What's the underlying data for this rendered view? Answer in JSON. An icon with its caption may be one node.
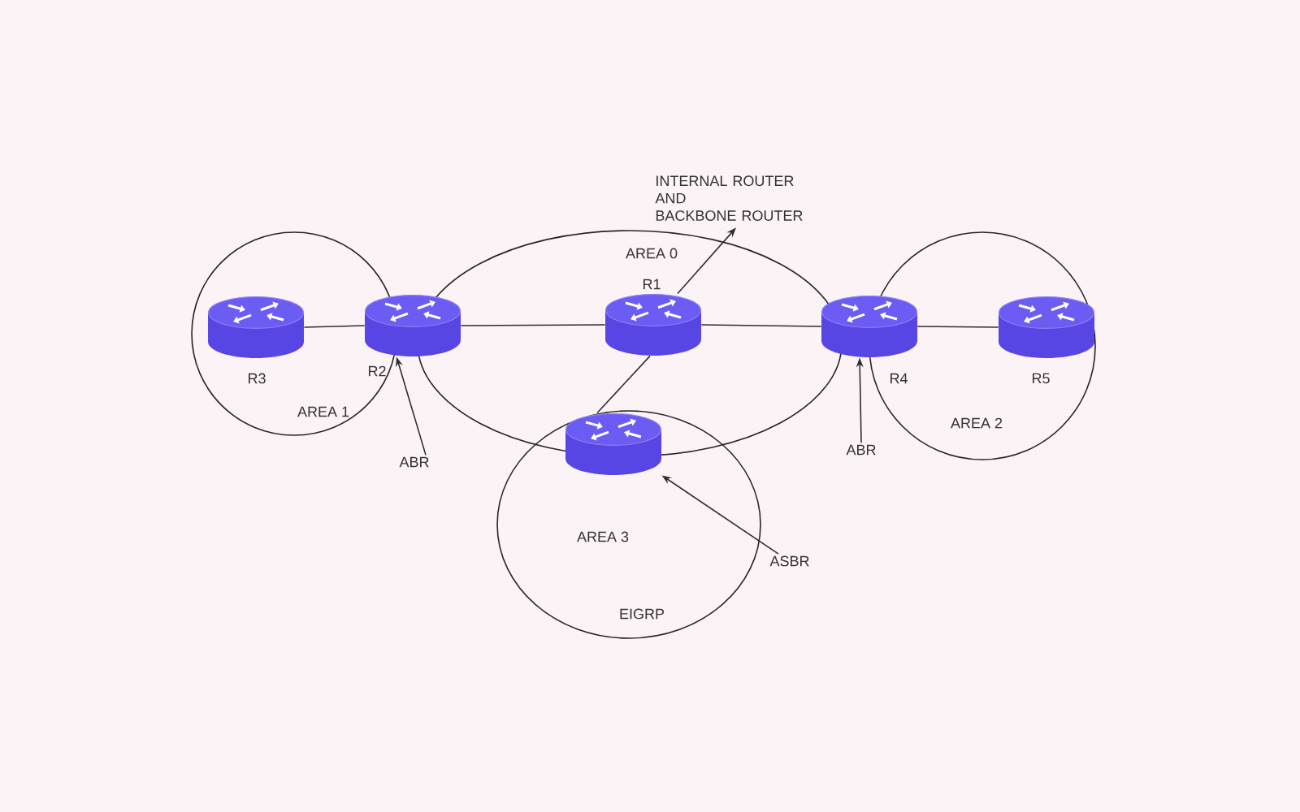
{
  "diagram": {
    "nodes": [
      {
        "text": [
          "INTERNAL ROUTER AND BACKBONE ROUTER"
        ]
      },
      {
        "text": [
          "AREA 0"
        ]
      },
      {
        "text": [],
        "shape": "cylinder",
        "beside": [
          "R1"
        ],
        "in": 1
      },
      {
        "text": [
          "AREA 1"
        ]
      },
      {
        "text": [],
        "shape": "cylinder",
        "beside": [
          "R3"
        ],
        "in": 3
      },
      {
        "text": [],
        "shape": "cylinder",
        "beside": [
          "R2"
        ]
      },
      {
        "text": [],
        "shape": "cylinder",
        "beside": [
          "R4"
        ]
      },
      {
        "text": [
          "AREA 2"
        ]
      },
      {
        "text": [],
        "shape": "cylinder",
        "beside": [
          "R5"
        ],
        "in": 7
      },
      {
        "text": [],
        "shape": "cylinder",
        "in": 12
      },
      {
        "text": [
          "ABR"
        ]
      },
      {
        "text": [
          "ABR"
        ]
      },
      {
        "text": [
          "AREA 3",
          "EIGRP"
        ]
      },
      {
        "text": [
          "ASBR"
        ]
      }
    ],
    "edges": [
      {
        "from": 4,
        "to": 5,
        "arrow": "none"
      },
      {
        "from": 5,
        "to": 2,
        "arrow": "none"
      },
      {
        "from": 2,
        "to": 6,
        "arrow": "none"
      },
      {
        "from": 6,
        "to": 8,
        "arrow": "none"
      },
      {
        "from": 2,
        "to": 9,
        "arrow": "none"
      },
      {
        "from": 2,
        "to": 0,
        "arrow": "to"
      },
      {
        "from": 10,
        "to": 5,
        "arrow": "to"
      },
      {
        "from": 11,
        "to": 6,
        "arrow": "to"
      },
      {
        "from": 13,
        "to": 9,
        "arrow": "to"
      }
    ]
  }
}
